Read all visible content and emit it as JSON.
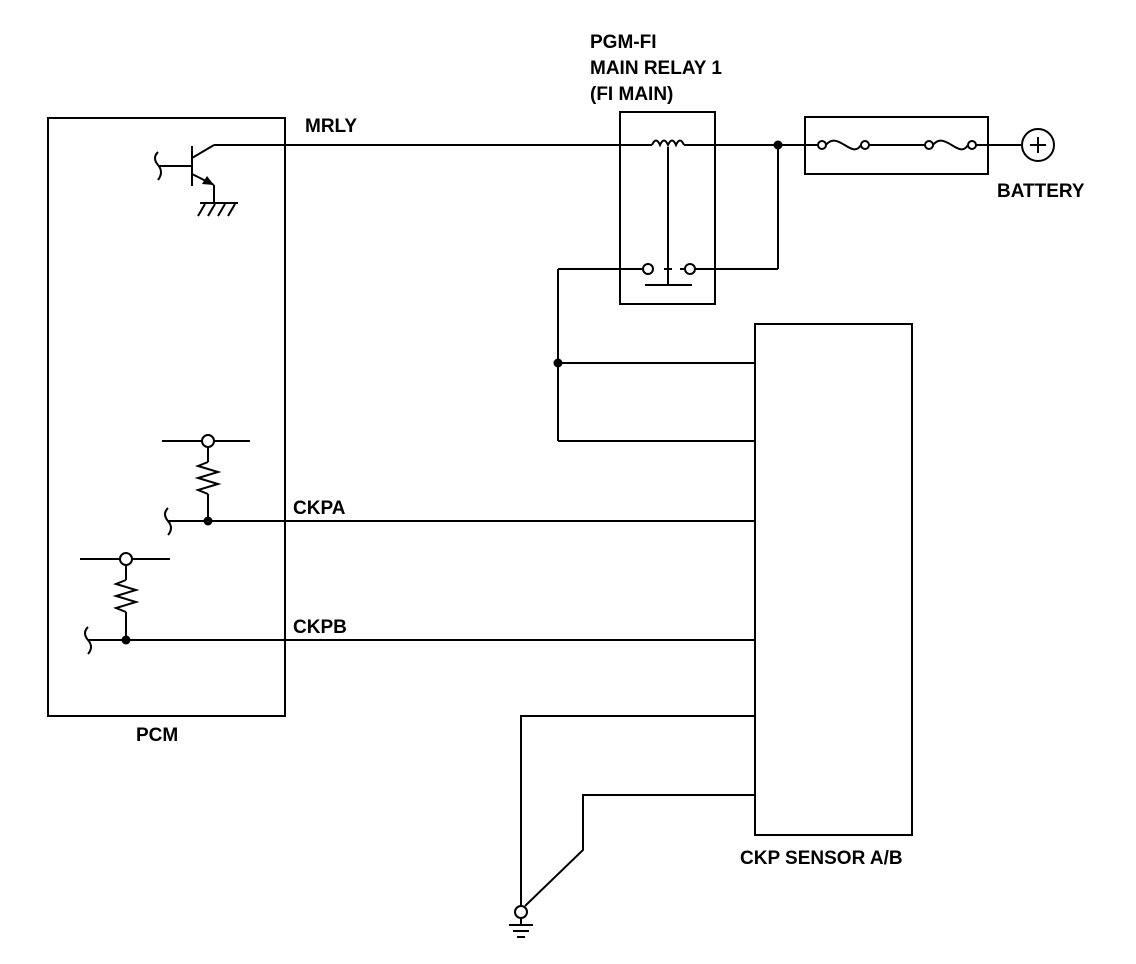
{
  "labels": {
    "relay_line1": "PGM-FI",
    "relay_line2": "MAIN RELAY 1",
    "relay_line3": "(FI MAIN)",
    "mrly": "MRLY",
    "battery": "BATTERY",
    "ckpa": "CKPA",
    "ckpb": "CKPB",
    "pcm": "PCM",
    "sensor": "CKP SENSOR A/B"
  },
  "components": {
    "battery_symbol": "plus-circle-icon",
    "ground_symbol": "ground-icon",
    "chassis_ground_symbol": "chassis-ground-icon"
  },
  "colors": {
    "line": "#000000",
    "background": "#ffffff"
  }
}
